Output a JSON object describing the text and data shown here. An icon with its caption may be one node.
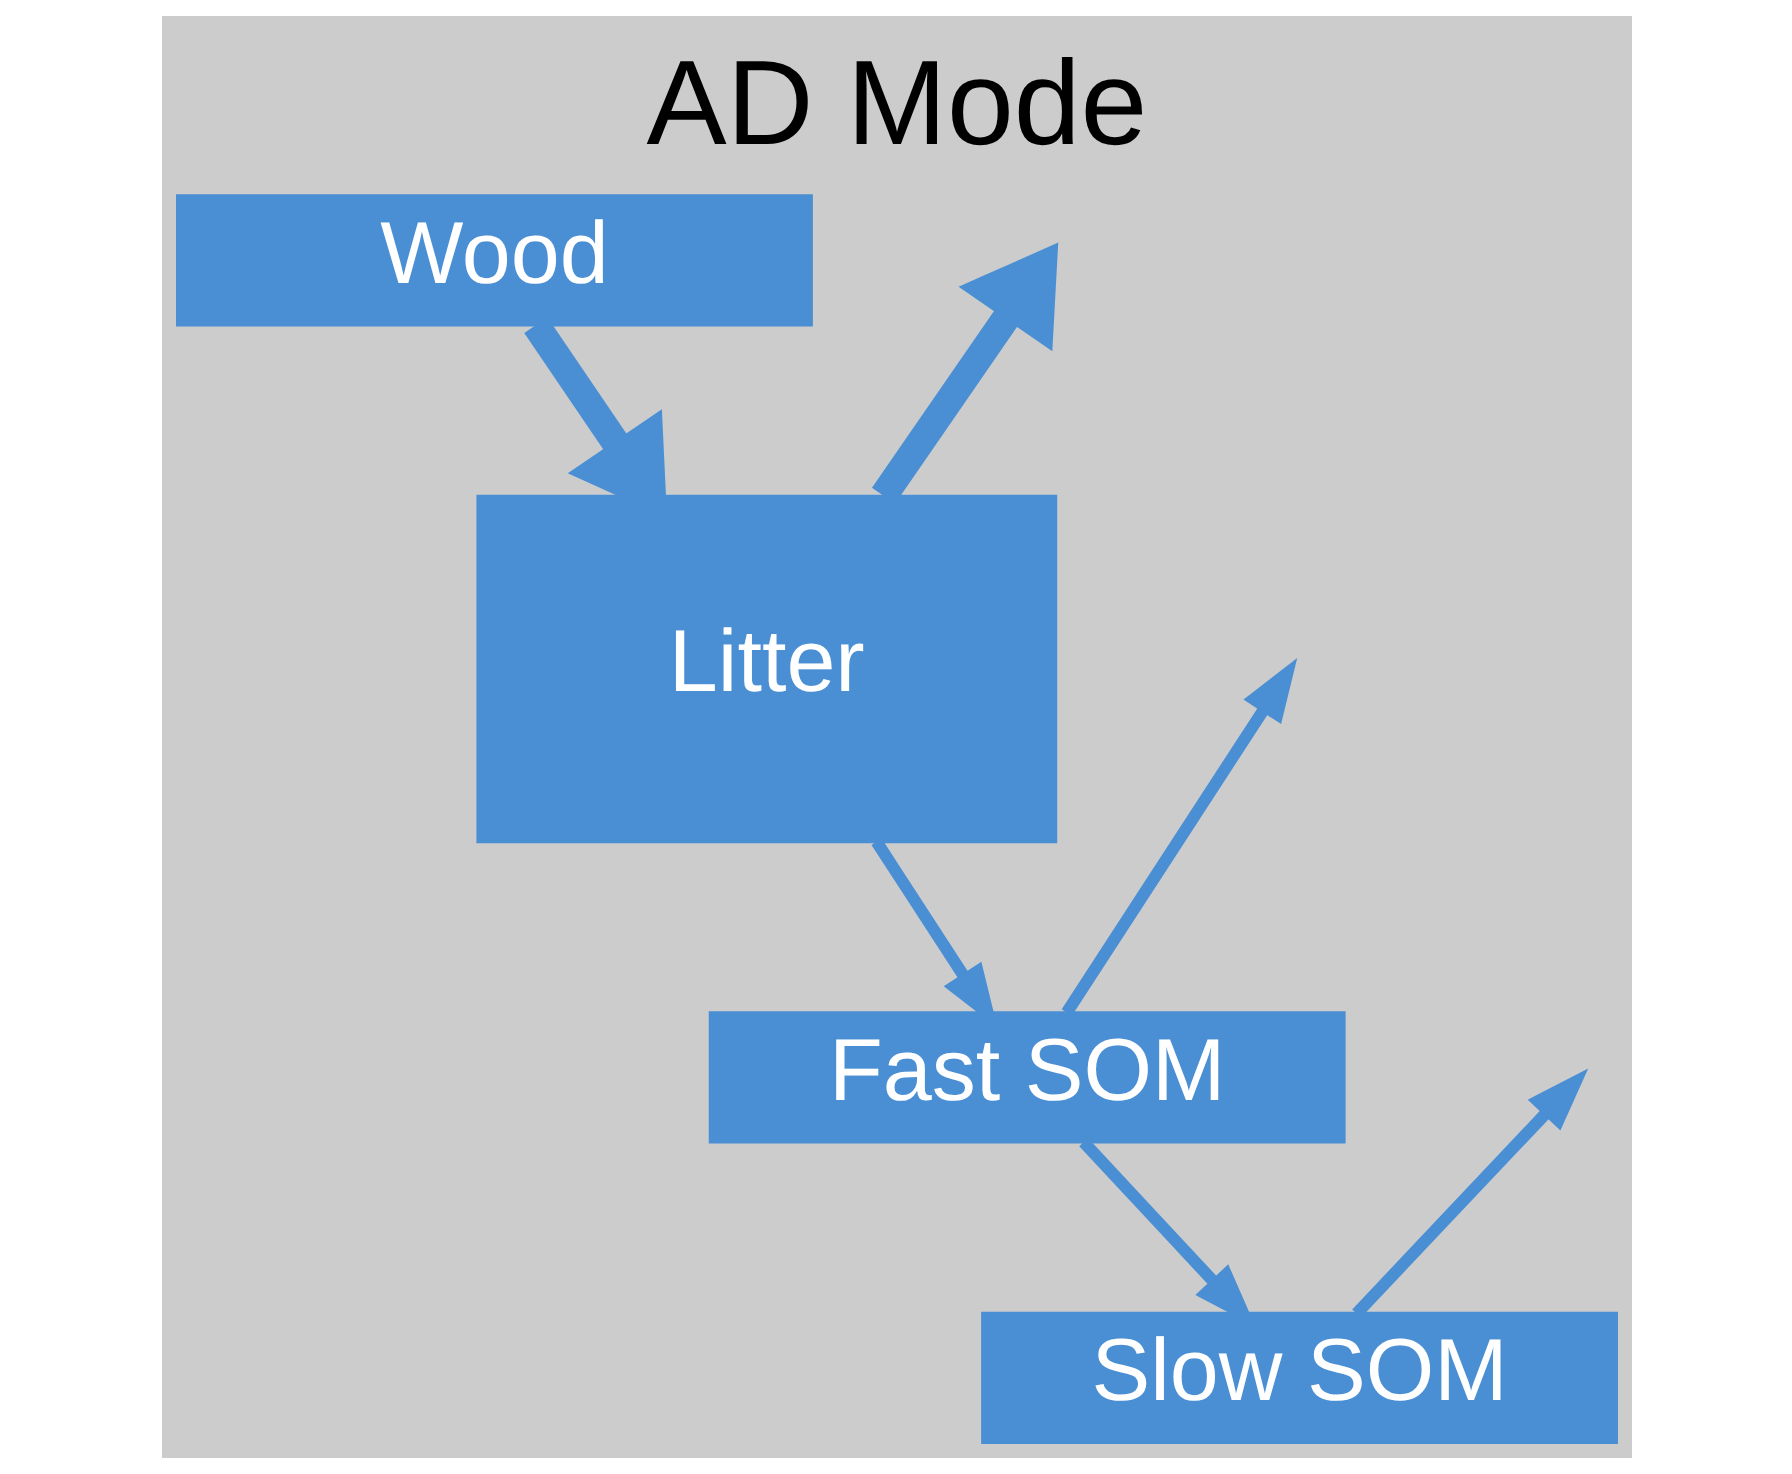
{
  "diagram": {
    "title": "AD Mode",
    "nodes": [
      {
        "text": [
          "Wood"
        ]
      },
      {
        "text": [
          "Litter"
        ]
      },
      {
        "text": [
          "Fast SOM"
        ]
      },
      {
        "text": [
          "Slow SOM"
        ]
      }
    ],
    "edges": [
      {
        "from": 0,
        "to": 1,
        "arrow": "to",
        "style": "thick"
      },
      {
        "from": 1,
        "to": 2,
        "arrow": "to"
      },
      {
        "from": 2,
        "to": 3,
        "arrow": "to"
      },
      {
        "from": 1,
        "to": null,
        "arrow": "to",
        "style": "thick"
      },
      {
        "from": 2,
        "to": null,
        "arrow": "to"
      },
      {
        "from": 3,
        "to": null,
        "arrow": "to"
      }
    ]
  }
}
